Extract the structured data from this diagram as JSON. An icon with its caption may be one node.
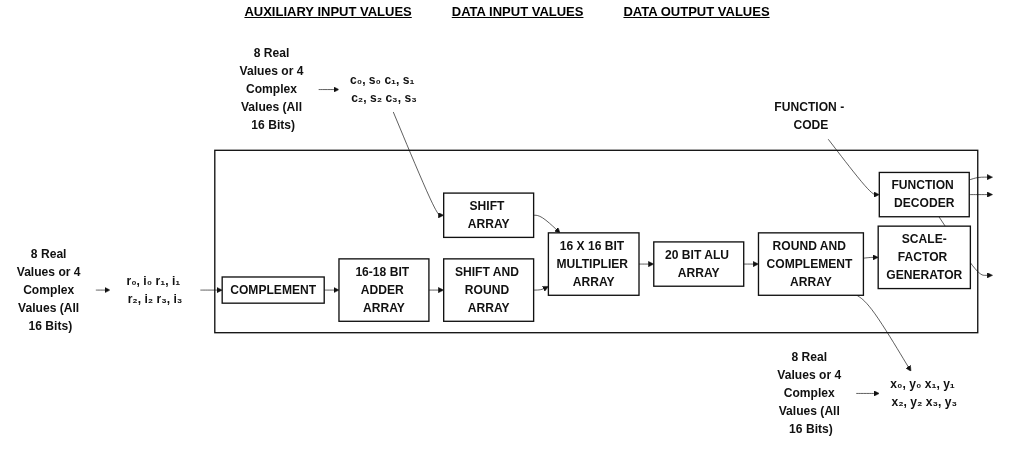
{
  "diagram": {
    "nodes": [
      {
        "text": [
          "c₀, s₀ c₁, s₁ c₂, s₂ c₃, s₃"
        ]
      },
      {
        "text": [
          "8 Real Values or 4 Complex Values (All 16 Bits)"
        ]
      },
      {
        "text": [],
        "shape": "box"
      },
      {
        "text": [
          "SHIFT ARRAY"
        ],
        "in": 2
      },
      {
        "text": [
          "r₀, i₀ r₁, i₁ r₂, i₂ r₃, i₃"
        ]
      },
      {
        "text": [
          "8 Real Values or 4 Complex Values (All 16 Bits)"
        ]
      },
      {
        "text": [
          "COMPLEMENT"
        ],
        "in": 2
      },
      {
        "text": [
          "16-18 BIT ADDER ARRAY"
        ],
        "in": 2
      },
      {
        "text": [
          "SHIFT AND ROUND ARRAY"
        ],
        "in": 2
      },
      {
        "text": [
          "16 X 16 BIT MULTIPLIER ARRAY"
        ],
        "in": 2
      },
      {
        "text": [
          "20 BIT ALU ARRAY"
        ],
        "in": 2
      },
      {
        "text": [
          "ROUND AND COMPLEMENT ARRAY"
        ],
        "in": 2
      },
      {
        "text": [
          "x₀, y₀ x₁, y₁ x₂, y₂ x₃, y₃"
        ]
      },
      {
        "text": [
          "8 Real Values or 4 Complex Values (All 16 Bits)"
        ]
      },
      {
        "text": [
          "FUNCTION DECODER"
        ],
        "in": 2
      },
      {
        "text": [
          "SCALE-FACTOR GENERATOR"
        ],
        "in": 2
      },
      {
        "text": [
          "FUNCTION - CODE"
        ]
      }
    ],
    "edges": [
      {
        "from": 1,
        "to": 0,
        "arrow": "to"
      },
      {
        "from": 0,
        "to": 3,
        "arrow": "to"
      },
      {
        "from": 3,
        "to": 9,
        "arrow": "to"
      },
      {
        "from": 4,
        "to": 6,
        "arrow": "to"
      },
      {
        "from": 5,
        "to": 4,
        "arrow": "to"
      },
      {
        "from": 6,
        "to": 7,
        "arrow": "to"
      },
      {
        "from": 7,
        "to": 8,
        "arrow": "to"
      },
      {
        "from": 8,
        "to": 9,
        "arrow": "to"
      },
      {
        "from": 9,
        "to": 10,
        "arrow": "to"
      },
      {
        "from": 10,
        "to": 11,
        "arrow": "to"
      },
      {
        "from": 11,
        "to": 12,
        "arrow": "to"
      },
      {
        "from": 11,
        "to": 15,
        "arrow": "to"
      },
      {
        "from": 13,
        "to": 12,
        "arrow": "to"
      },
      {
        "from": 14,
        "to": null,
        "arrow": "to"
      },
      {
        "from": 14,
        "to": null,
        "arrow": "to"
      },
      {
        "from": 14,
        "to": null,
        "arrow": "to"
      },
      {
        "from": 16,
        "to": 14,
        "arrow": "to"
      }
    ],
    "labels": [
      "AUXILIARY INPUT VALUES",
      "DATA INPUT VALUES",
      "DATA OUTPUT VALUES"
    ]
  }
}
